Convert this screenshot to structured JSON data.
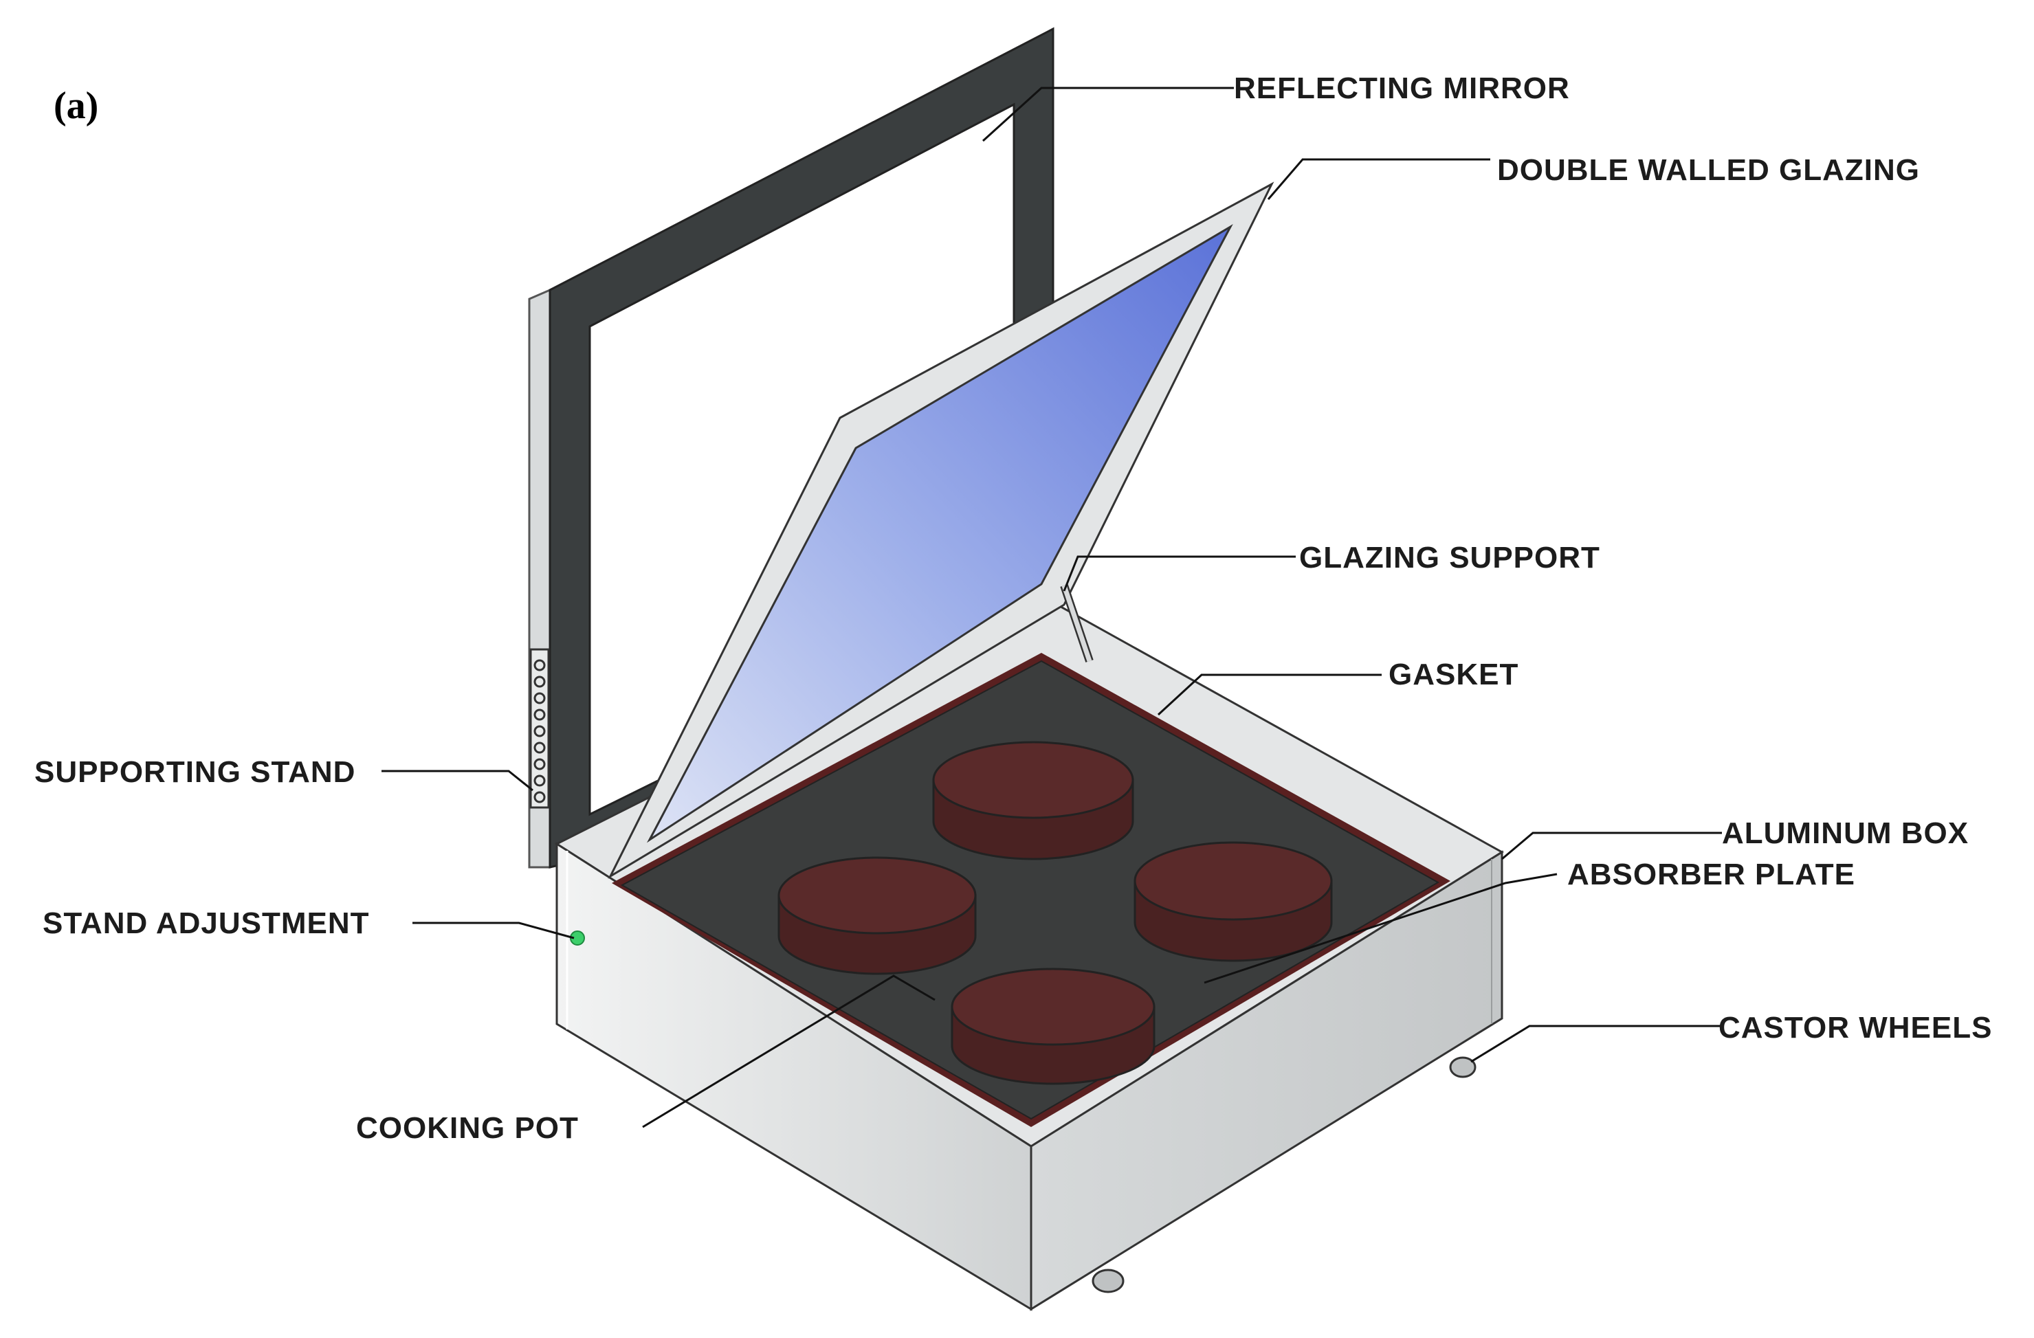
{
  "panel_label": "(a)",
  "labels": {
    "reflecting_mirror": "REFLECTING MIRROR",
    "double_walled_glazing": "DOUBLE WALLED GLAZING",
    "glazing_support": "GLAZING SUPPORT",
    "gasket": "GASKET",
    "supporting_stand": "SUPPORTING STAND",
    "aluminum_box": "ALUMINUM BOX",
    "absorber_plate": "ABSORBER PLATE",
    "stand_adjustment": "STAND ADJUSTMENT",
    "castor_wheels": "CASTOR WHEELS",
    "cooking_pot": "COOKING POT"
  },
  "colors": {
    "mirror_frame": "#3a3e3f",
    "aluminum_light": "#e4e6e7",
    "aluminum_dark": "#c7cacb",
    "absorber": "#3b3d3d",
    "gasket": "#5a2020",
    "pot": "#5a2a2a",
    "glass": "#7f93e0",
    "stand_knob": "#3ccf6a"
  }
}
